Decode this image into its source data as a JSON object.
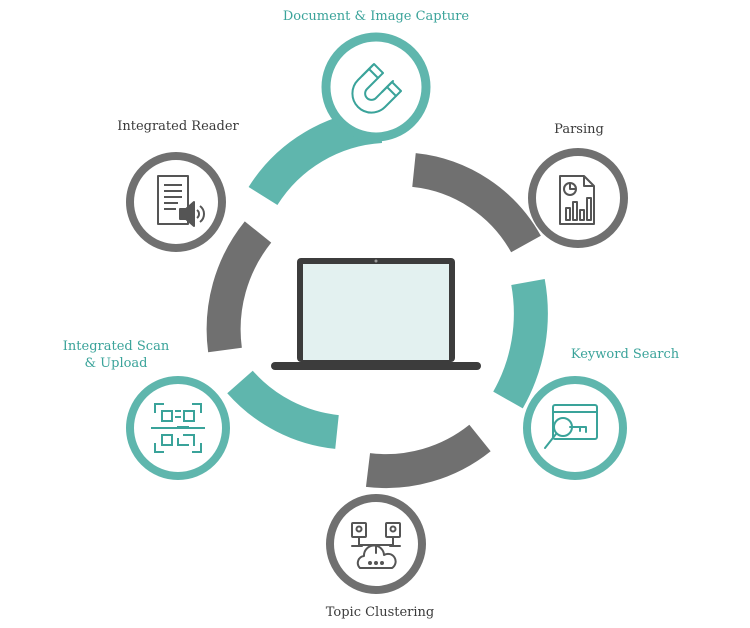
{
  "colors": {
    "teal": "#5fb6ad",
    "teal_text": "#3aa39a",
    "gray": "#707070",
    "gray_dark": "#5a5a5a",
    "icon_teal": "#3aa39a",
    "icon_gray": "#555555",
    "screen": "#e3f1f0",
    "laptop": "#3c3c3c"
  },
  "center": {
    "device": "laptop-icon"
  },
  "nodes": [
    {
      "id": "capture",
      "label": "Document & Image Capture",
      "icon": "magnet-icon",
      "tone": "teal"
    },
    {
      "id": "parsing",
      "label": "Parsing",
      "icon": "report-chart-icon",
      "tone": "gray"
    },
    {
      "id": "keyword",
      "label": "Keyword Search",
      "icon": "search-key-icon",
      "tone": "teal"
    },
    {
      "id": "topic",
      "label": "Topic Clustering",
      "icon": "cloud-network-icon",
      "tone": "gray"
    },
    {
      "id": "scan",
      "label_line1": "Integrated Scan",
      "label_line2": "& Upload",
      "icon": "qr-scan-icon",
      "tone": "teal"
    },
    {
      "id": "reader",
      "label": "Integrated Reader",
      "icon": "document-audio-icon",
      "tone": "gray"
    }
  ]
}
